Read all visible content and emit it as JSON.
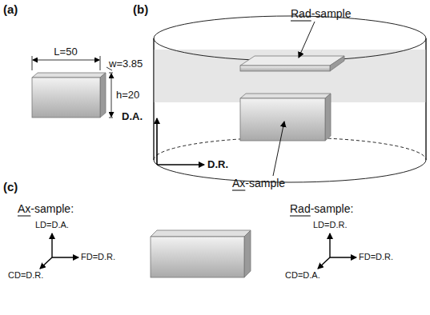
{
  "diagram": {
    "labels": [
      "(a)",
      "L=50",
      "w=3.85",
      "h=20",
      "(b)",
      "Rad-sample",
      "D.A.",
      "D.R.",
      "Ax-sample",
      "(c)",
      "Ax-sample:",
      "Rad-sample:",
      "LD=D.A.",
      "FD=D.R.",
      "CD=D.R.",
      "LD=D.R.",
      "FD=D.R.",
      "CD=D.A."
    ]
  }
}
